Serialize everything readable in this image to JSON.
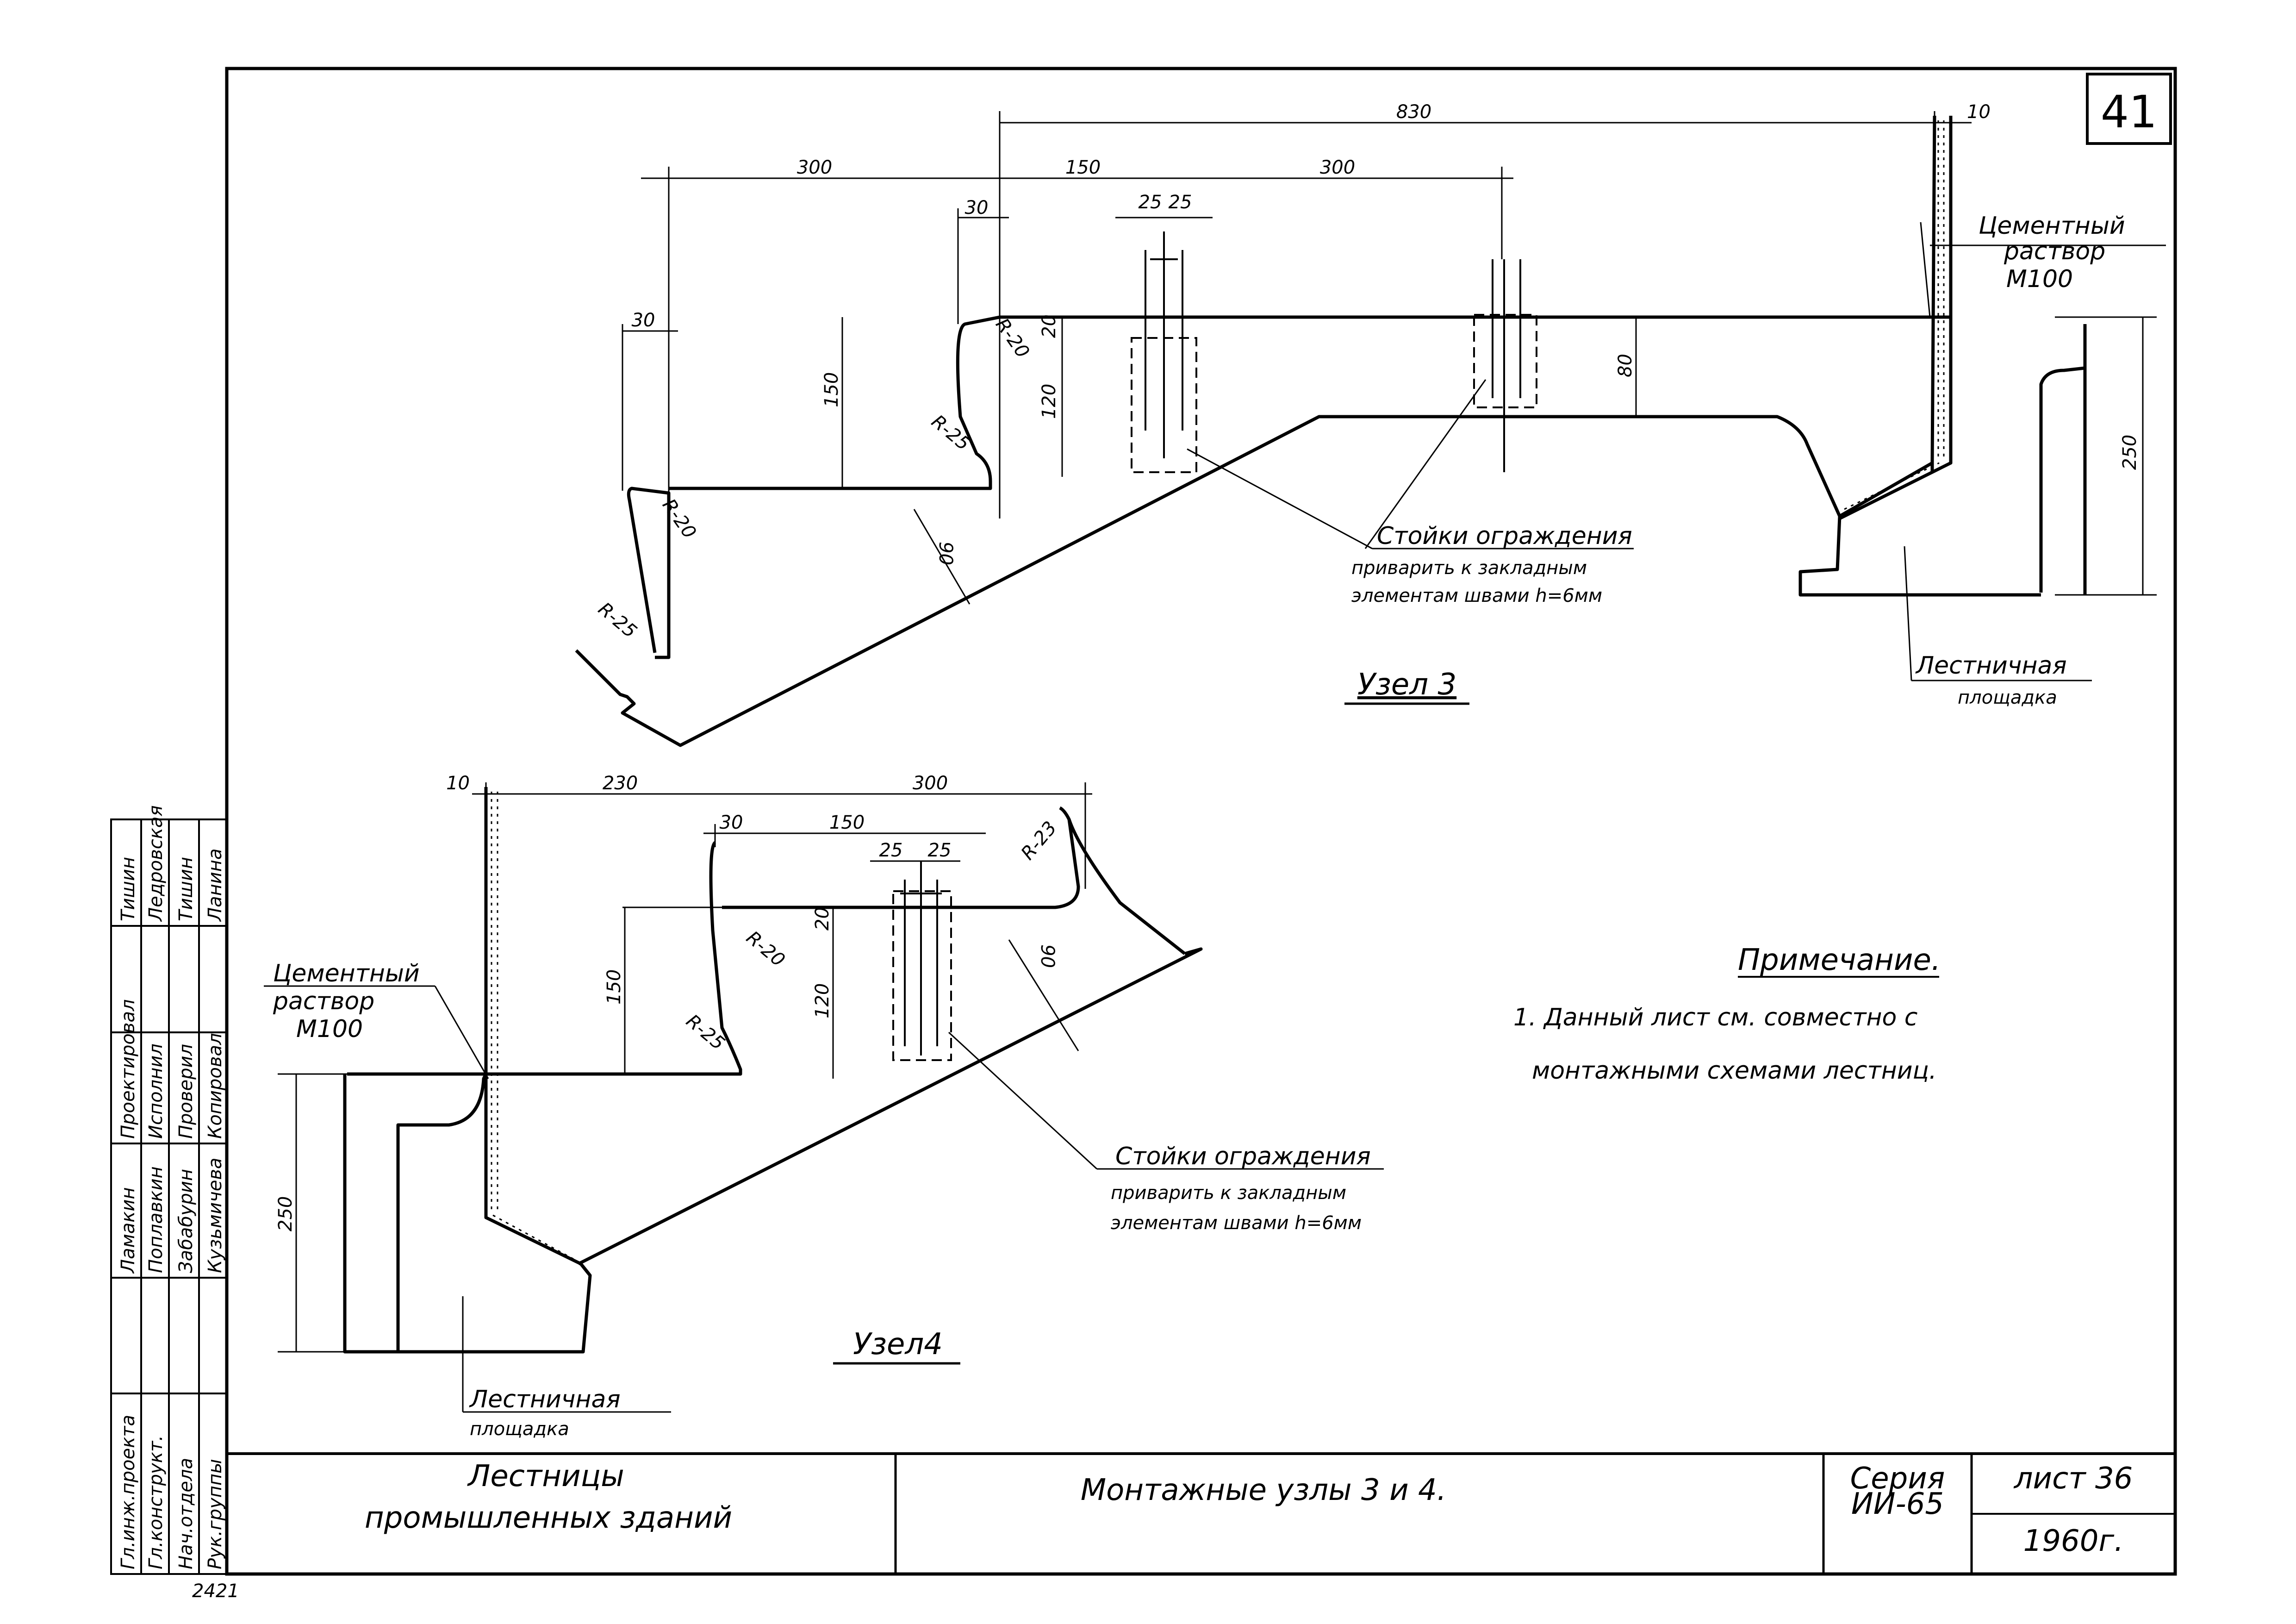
{
  "sheet_number": "41",
  "node3": {
    "title": "Узел 3",
    "dims": {
      "d830": "830",
      "d10": "10",
      "d300a": "300",
      "d150": "150",
      "d300b": "300",
      "d25a": "25",
      "d25b": "25",
      "d30top": "30",
      "d30left": "30",
      "d150v": "150",
      "d20": "20",
      "d120": "120",
      "d80": "80",
      "d90": "90",
      "d250": "250",
      "r20a": "R-20",
      "r25a": "R-25",
      "r20b": "R-20",
      "r25b": "R-25"
    },
    "cement_label": [
      "Цементный",
      "раствор",
      "М100"
    ],
    "post_note": [
      "Стойки ограждения",
      "приварить к закладным",
      "элементам швами h=6мм"
    ],
    "landing_label": [
      "Лестничная",
      "площадка"
    ]
  },
  "node4": {
    "title": "Узел4",
    "dims": {
      "d10": "10",
      "d230": "230",
      "d300": "300",
      "d30": "30",
      "d150": "150",
      "d25a": "25",
      "d25b": "25",
      "d150v": "150",
      "d20": "20",
      "d120": "120",
      "d90": "90",
      "d250": "250",
      "r23": "R-23",
      "r20": "R-20",
      "r25": "R-25"
    },
    "cement_label": [
      "Цементный",
      "раствор",
      "М100"
    ],
    "post_note": [
      "Стойки ограждения",
      "приварить к закладным",
      "элементам швами h=6мм"
    ],
    "landing_label": [
      "Лестничная",
      "площадка"
    ]
  },
  "note": {
    "heading": "Примечание.",
    "lines": [
      "1. Данный лист см. совместно с",
      "монтажными схемами лестниц."
    ]
  },
  "title_block": {
    "project": [
      "Лестницы",
      "промышленных зданий"
    ],
    "sheet_title": "Монтажные узлы 3 и 4.",
    "series_label": "Серия",
    "series_value": "ИИ-65",
    "list_label": "лист 36",
    "year": "1960г."
  },
  "side_stamp": {
    "roles": [
      "Гл.инж.проекта",
      "Гл.конструкт.",
      "Нач.отдела",
      "Рук.группы"
    ],
    "sig_roles": [
      "Ламакин",
      "Поплавкин",
      "Забабурин",
      "Кузьмичева"
    ],
    "sig_roles2": [
      "Проектировал",
      "Исполнил",
      "Проверил",
      "Копировал"
    ],
    "names": [
      "Тишин",
      "Ледровская",
      "Тишин",
      "Ланина"
    ]
  },
  "archive_number": "2421"
}
